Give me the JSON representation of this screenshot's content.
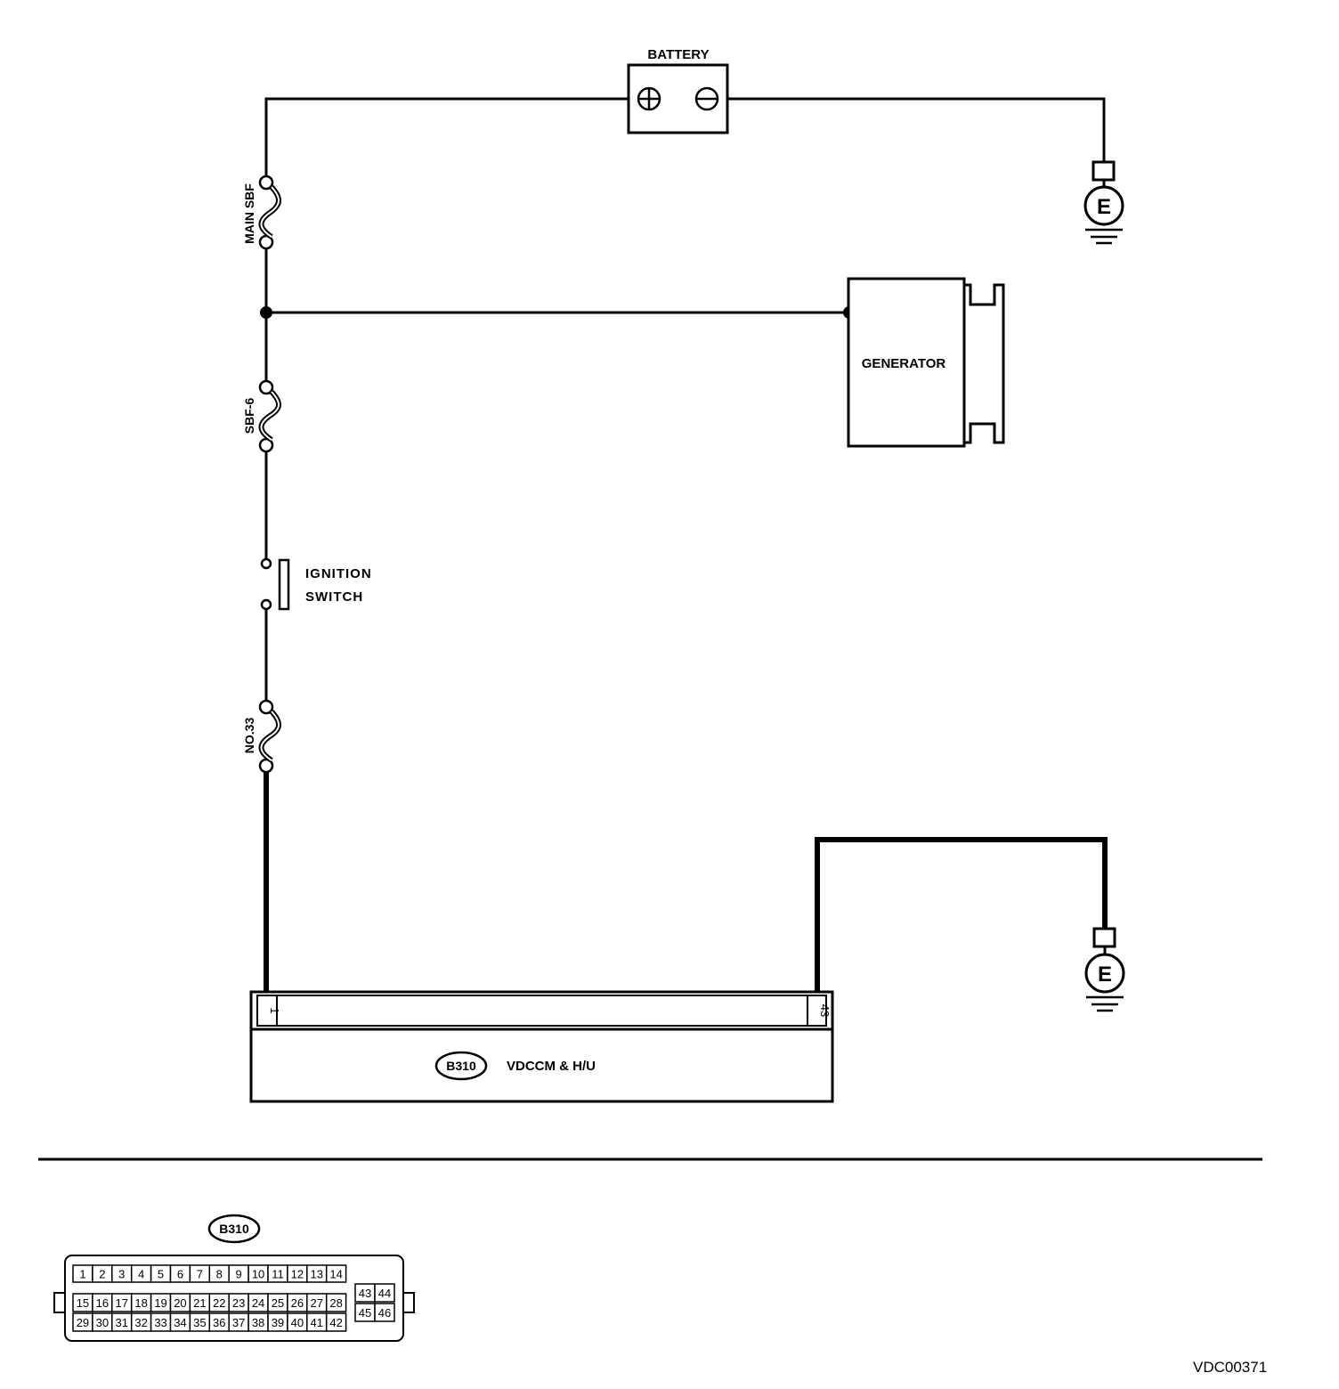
{
  "battery": {
    "label": "BATTERY",
    "plus_icon": "plus-terminal-icon",
    "minus_icon": "minus-terminal-icon"
  },
  "fuses": {
    "main": "MAIN SBF",
    "sbf6": "SBF-6",
    "no33": "NO.33"
  },
  "generator": {
    "label": "GENERATOR"
  },
  "ignition": {
    "line1": "IGNITION",
    "line2": "SWITCH"
  },
  "ground": {
    "symbol": "E"
  },
  "module": {
    "connector": "B310",
    "name": "VDCCM & H/U",
    "pin_left": "1",
    "pin_right": "43"
  },
  "connector_view": {
    "label": "B310",
    "row1": [
      "1",
      "2",
      "3",
      "4",
      "5",
      "6",
      "7",
      "8",
      "9",
      "10",
      "11",
      "12",
      "13",
      "14"
    ],
    "row2": [
      "15",
      "16",
      "17",
      "18",
      "19",
      "20",
      "21",
      "22",
      "23",
      "24",
      "25",
      "26",
      "27",
      "28"
    ],
    "row3": [
      "29",
      "30",
      "31",
      "32",
      "33",
      "34",
      "35",
      "36",
      "37",
      "38",
      "39",
      "40",
      "41",
      "42"
    ],
    "side_top": [
      "43",
      "44"
    ],
    "side_bottom": [
      "45",
      "46"
    ]
  },
  "figure_id": "VDC00371"
}
